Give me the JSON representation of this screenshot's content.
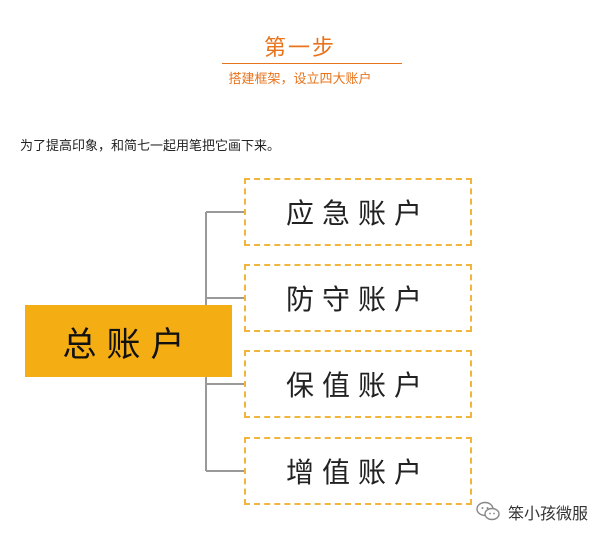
{
  "header": {
    "title": "第一步",
    "subtitle": "搭建框架，设立四大账户"
  },
  "intro": "为了提高印象，和简七一起用笔把它画下来。",
  "diagram": {
    "main_account": "总账户",
    "sub_accounts": [
      "应急账户",
      "防守账户",
      "保值账户",
      "增值账户"
    ],
    "colors": {
      "accent": "#e8731a",
      "main_fill": "#f5ad14",
      "dash_border": "#f0b53a",
      "connector": "#999999"
    }
  },
  "watermark": {
    "text": "笨小孩微服",
    "icon": "wechat-icon"
  }
}
